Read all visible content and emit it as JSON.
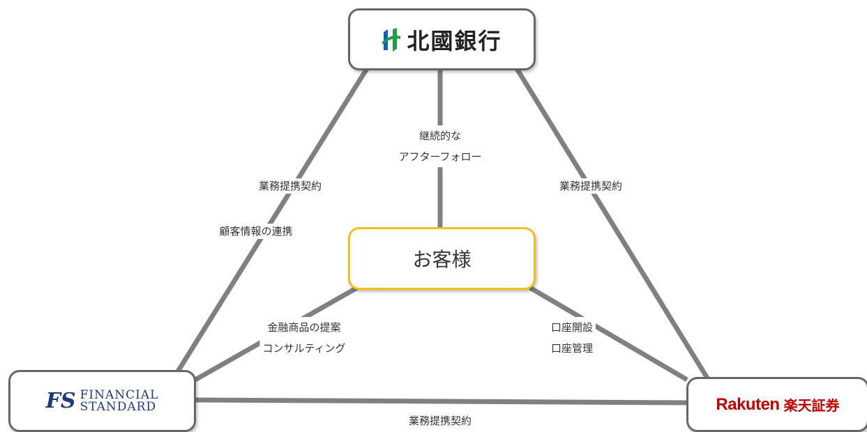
{
  "nodes": {
    "hokkoku": {
      "name": "北國銀行"
    },
    "fs": {
      "line1": "FINANCIAL",
      "line2": "STANDARD",
      "mark": "FS"
    },
    "rakuten": {
      "word": "Rakuten",
      "kanji": "楽天証券"
    },
    "customer": {
      "label": "お客様"
    }
  },
  "edges": {
    "bank_fs_1": "業務提携契約",
    "bank_fs_2": "顧客情報の連携",
    "bank_customer_1": "継続的な",
    "bank_customer_2": "アフターフォロー",
    "bank_rakuten": "業務提携契約",
    "customer_fs_1": "金融商品の提案",
    "customer_fs_2": "コンサルティング",
    "customer_rakuten_1": "口座開設",
    "customer_rakuten_2": "口座管理",
    "fs_rakuten": "業務提携契約"
  },
  "colors": {
    "line": "#808080",
    "customer_border": "#f2be1a",
    "bank_green": "#1f9e4a",
    "bank_blue": "#1a5fb4",
    "fs_navy": "#1f3a7a",
    "rakuten_red": "#bf0000"
  }
}
